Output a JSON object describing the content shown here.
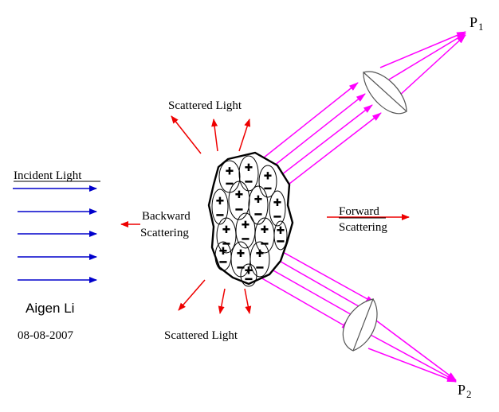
{
  "labels": {
    "incident_light": "Incident Light",
    "scattered_light_top": "Scattered Light",
    "scattered_light_bottom": "Scattered Light",
    "backward_line1": "Backward",
    "backward_line2": "Scattering",
    "forward_line1": "Forward",
    "forward_line2": "Scattering",
    "author": "Aigen  Li",
    "date": "08-08-2007",
    "p1_main": "P",
    "p1_sub": "1",
    "p2_main": "P",
    "p2_sub": "2"
  },
  "charges": {
    "plus": "+",
    "minus": "−"
  },
  "colors": {
    "incident": "#0000cc",
    "scattered": "#ee0000",
    "forward_rays": "#ff00ff",
    "outline": "#000000"
  }
}
